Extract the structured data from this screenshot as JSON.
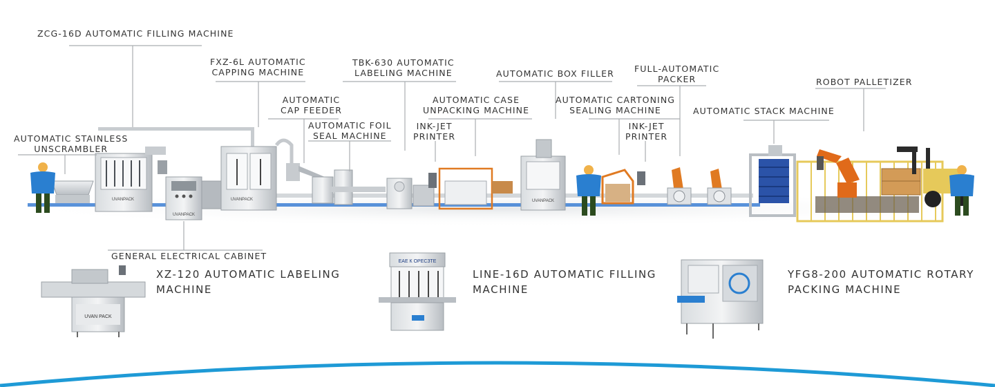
{
  "labels": {
    "filling_machine": "ZCG-16D AUTOMATIC FILLING MACHINE",
    "capping_machine": "FXZ-6L AUTOMATIC\nCAPPING MACHINE",
    "labeling_machine": "TBK-630 AUTOMATIC\nLABELING MACHINE",
    "box_filler": "AUTOMATIC BOX FILLER",
    "full_auto_packer": "FULL-AUTOMATIC\nPACKER",
    "robot_palletizer": "ROBOT PALLETIZER",
    "cap_feeder": "AUTOMATIC\nCAP FEEDER",
    "case_unpacking": "AUTOMATIC CASE\nUNPACKING MACHINE",
    "cartoning_sealing": "AUTOMATIC CARTONING\nSEALING MACHINE",
    "stack_machine": "AUTOMATIC STACK MACHINE",
    "foil_seal": "AUTOMATIC FOIL\nSEAL MACHINE",
    "unscrambler": "AUTOMATIC STAINLESS\nUNSCRAMBLER",
    "inkjet_1": "INK-JET\nPRINTER",
    "inkjet_2": "INK-JET\nPRINTER",
    "electrical_cabinet": "GENERAL ELECTRICAL CABINET"
  },
  "brand": {
    "uvanpack": "UVANPACK",
    "uvanpack_spaced": "UVAN PACK",
    "filler_panel": "ЕАЕ К ОРЕСЗТЕ"
  },
  "products": [
    {
      "caption": "XZ-120 AUTOMATIC LABELING\nMACHINE"
    },
    {
      "caption": "LINE-16D AUTOMATIC FILLING\nMACHINE"
    },
    {
      "caption": "YFG8-200 AUTOMATIC ROTARY\nPACKING MACHINE"
    }
  ],
  "colors": {
    "arc_blue": "#1e9ad6",
    "worker_blue": "#2a7fd0",
    "stainless": "#cfd3d6",
    "conveyor_blue": "#3c7fd4",
    "robot_orange": "#e06a1a",
    "guard_yellow": "#e6c95a"
  },
  "icons": [
    "worker-icon",
    "robot-arm-icon",
    "forklift-icon"
  ]
}
